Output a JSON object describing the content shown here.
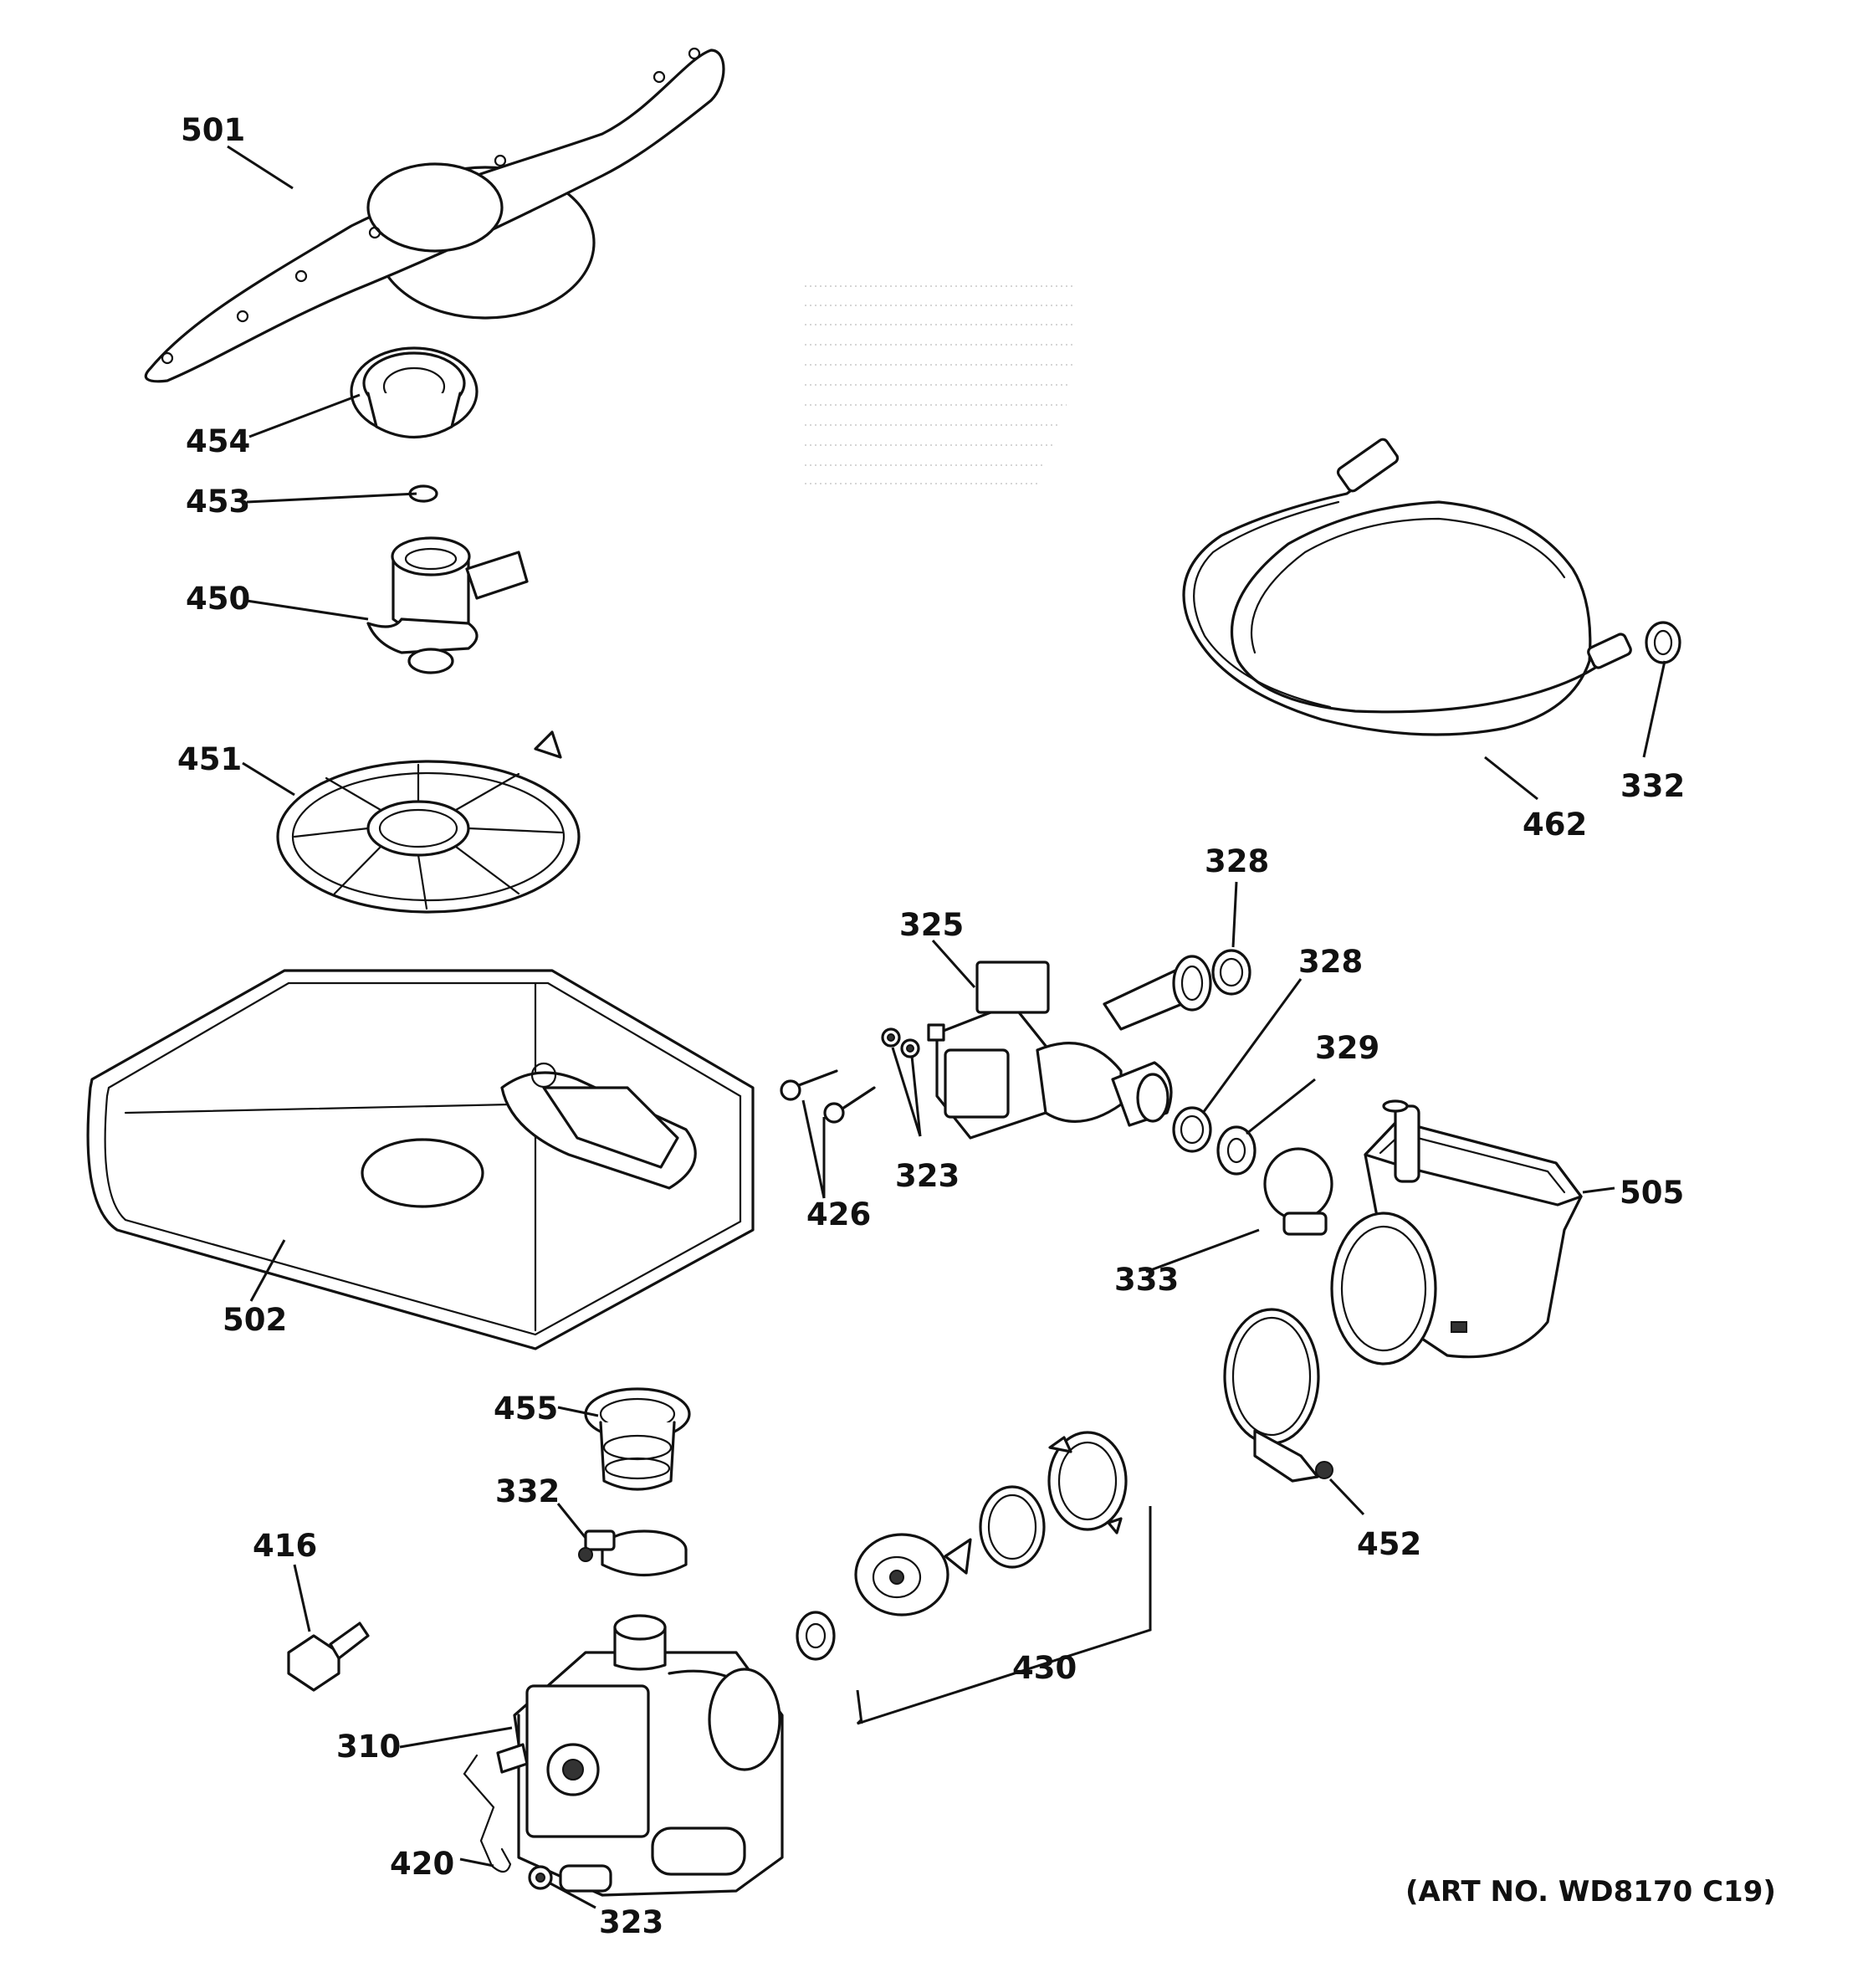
{
  "art_number": "(ART NO. WD8170 C19)",
  "callouts": {
    "c501": "501",
    "c454": "454",
    "c453": "453",
    "c450": "450",
    "c451": "451",
    "c502": "502",
    "c455": "455",
    "c332a": "332",
    "c416": "416",
    "c310": "310",
    "c420": "420",
    "c323a": "323",
    "c430": "430",
    "c426": "426",
    "c323b": "323",
    "c325": "325",
    "c328a": "328",
    "c328b": "328",
    "c329": "329",
    "c333": "333",
    "c505": "505",
    "c452": "452",
    "c462": "462",
    "c332b": "332"
  },
  "parts": [
    {
      "callout": "501",
      "icon": "upper-spray-arm"
    },
    {
      "callout": "454",
      "icon": "spray-arm-hub"
    },
    {
      "callout": "453",
      "icon": "o-ring"
    },
    {
      "callout": "450",
      "icon": "diverter-housing"
    },
    {
      "callout": "451",
      "icon": "filter-assembly"
    },
    {
      "callout": "502",
      "icon": "sump-cover-plate"
    },
    {
      "callout": "455",
      "icon": "bellows-seal"
    },
    {
      "callout": "332",
      "icon": "hose-clamp"
    },
    {
      "callout": "416",
      "icon": "mounting-screw"
    },
    {
      "callout": "310",
      "icon": "pump-motor-assembly"
    },
    {
      "callout": "420",
      "icon": "wire-spring-clip"
    },
    {
      "callout": "323",
      "icon": "grommet"
    },
    {
      "callout": "430",
      "icon": "impeller-kit"
    },
    {
      "callout": "426",
      "icon": "screw"
    },
    {
      "callout": "325",
      "icon": "drain-valve-solenoid"
    },
    {
      "callout": "328",
      "icon": "gasket"
    },
    {
      "callout": "329",
      "icon": "retainer-ring"
    },
    {
      "callout": "333",
      "icon": "clamp"
    },
    {
      "callout": "505",
      "icon": "sump-housing"
    },
    {
      "callout": "452",
      "icon": "band-clamp"
    },
    {
      "callout": "462",
      "icon": "drain-hose"
    }
  ]
}
